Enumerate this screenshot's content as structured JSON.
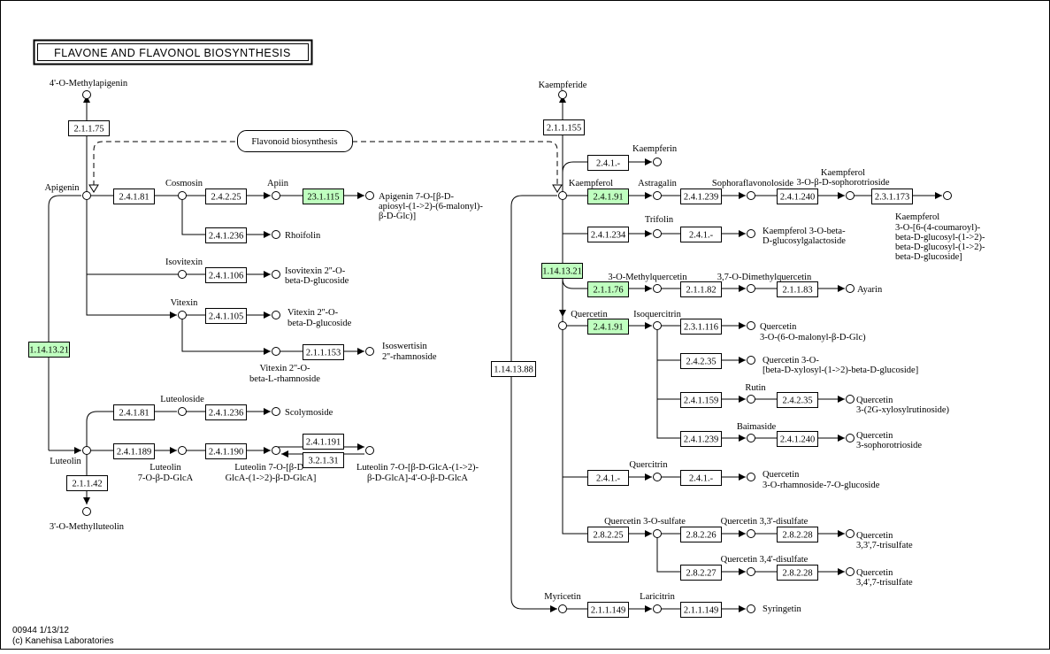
{
  "title": "FLAVONE AND FLAVONOL BIOSYNTHESIS",
  "footer": [
    "00944 1/13/12",
    "(c) Kanehisa Laboratories"
  ],
  "map_link": "Flavonoid biosynthesis",
  "colors": {
    "highlight": "#bfffbf",
    "line": "#000000"
  },
  "enzymes": [
    "2.1.1.75",
    "2.4.1.81",
    "2.4.2.25",
    "23.1.115",
    "2.4.1.236",
    "2.4.1.106",
    "2.4.1.105",
    "2.1.1.153",
    "1.14.13.21",
    "2.4.1.81",
    "2.4.1.236",
    "2.4.1.189",
    "2.4.1.190",
    "2.4.1.191",
    "3.2.1.31",
    "2.1.1.42",
    "2.1.1.155",
    "2.4.1.-",
    "2.4.1.91",
    "2.4.1.239",
    "2.4.1.240",
    "2.3.1.173",
    "2.4.1.234",
    "2.4.1.-",
    "1.14.13.21",
    "2.1.1.76",
    "2.1.1.82",
    "2.1.1.83",
    "2.4.1.91",
    "2.3.1.116",
    "2.4.2.35",
    "1.14.13.88",
    "2.4.1.159",
    "2.4.2.35",
    "2.4.1.239",
    "2.4.1.240",
    "2.4.1.-",
    "2.4.1.-",
    "2.8.2.25",
    "2.8.2.26",
    "2.8.2.28",
    "2.8.2.27",
    "2.8.2.28",
    "2.1.1.149",
    "2.1.1.149"
  ],
  "compounds": [
    "4'-O-Methylapigenin",
    "Apigenin",
    "Cosmosin",
    "Apiin",
    "Apigenin 7-O-[β-D-",
    "apiosyl-(1->2)-(6-malonyl)-",
    "β-D-Glc)]",
    "Rhoifolin",
    "Isovitexin",
    "Isovitexin 2''-O-",
    "beta-D-glucoside",
    "Vitexin",
    "Vitexin 2''-O-",
    "beta-D-glucoside",
    "Isoswertisin",
    "2''-rhamnoside",
    "Vitexin 2''-O-",
    "beta-L-rhamnoside",
    "Luteoloside",
    "Scolymoside",
    "Luteolin",
    "Luteolin",
    "7-O-β-D-GlcA",
    "Luteolin 7-O-[β-D-",
    "GlcA-(1->2)-β-D-GlcA]",
    "Luteolin 7-O-[β-D-GlcA-(1->2)-",
    "β-D-GlcA]-4'-O-β-D-GlcA",
    "3'-O-Methylluteolin",
    "Kaempferide",
    "Kaempferin",
    "Kaempferol",
    "Astragalin",
    "Sophoraflavonoloside",
    "Kaempferol",
    "3-O-β-D-sophorotrioside",
    "Kaempferol",
    "3-O-[6-(4-coumaroyl)-",
    "beta-D-glucosyl-(1->2)-",
    "beta-D-glucosyl-(1->2)-",
    "beta-D-glucoside]",
    "Trifolin",
    "Kaempferol 3-O-beta-",
    "D-glucosylgalactoside",
    "3-O-Methylquercetin",
    "3,7-O-Dimethylquercetin",
    "Ayarin",
    "Quercetin",
    "Isoquercitrin",
    "Quercetin",
    "3-O-(6-O-malonyl-β-D-Glc)",
    "Quercetin 3-O-",
    "[beta-D-xylosyl-(1->2)-beta-D-glucoside]",
    "Rutin",
    "Quercetin",
    "3-(2G-xylosylrutinoside)",
    "Baimaside",
    "Quercetin",
    "3-sophorotrioside",
    "Quercitrin",
    "Quercetin",
    "3-O-rhamnoside-7-O-glucoside",
    "Quercetin 3-O-sulfate",
    "Quercetin 3,3'-disulfate",
    "Quercetin",
    "3,3',7-trisulfate",
    "Quercetin 3,4'-disulfate",
    "Quercetin",
    "3,4',7-trisulfate",
    "Myricetin",
    "Laricitrin",
    "Syringetin"
  ]
}
